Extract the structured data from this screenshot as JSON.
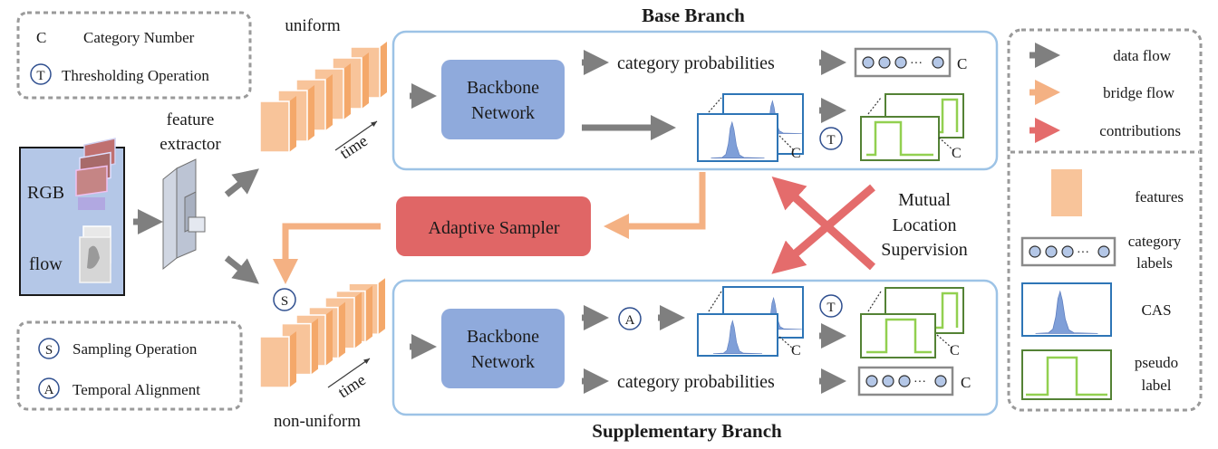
{
  "legend_symbols": {
    "category_letter": "C",
    "category_text": "Category Number",
    "threshold_letter": "T",
    "threshold_text": "Thresholding Operation",
    "sampling_letter": "S",
    "sampling_text": "Sampling Operation",
    "align_letter": "A",
    "align_text": "Temporal Alignment"
  },
  "input": {
    "rgb": "RGB",
    "flow": "flow",
    "extractor_line1": "feature",
    "extractor_line2": "extractor"
  },
  "features": {
    "uniform": "uniform",
    "non_uniform": "non-uniform",
    "time": "time"
  },
  "base_branch": {
    "title": "Base Branch",
    "backbone_line1": "Backbone",
    "backbone_line2": "Network",
    "probs": "category probabilities",
    "c": "C",
    "t": "T"
  },
  "supp_branch": {
    "title": "Supplementary Branch",
    "backbone_line1": "Backbone",
    "backbone_line2": "Network",
    "probs": "category probabilities",
    "c": "C",
    "t": "T",
    "a": "A"
  },
  "middle": {
    "sampler": "Adaptive Sampler",
    "mutual_line1": "Mutual",
    "mutual_line2": "Location",
    "mutual_line3": "Supervision"
  },
  "legend_right": {
    "data_flow": "data flow",
    "bridge_flow": "bridge flow",
    "contributions": "contributions",
    "features": "features",
    "category_labels_1": "category",
    "category_labels_2": "labels",
    "cas": "CAS",
    "pseudo_1": "pseudo",
    "pseudo_2": "label"
  },
  "colors": {
    "data_flow": "#7f7f7f",
    "bridge_flow": "#f4b183",
    "contributions": "#e46c6c",
    "branch_border": "#9dc3e6",
    "backbone": "#8faadc",
    "sampler": "#e06666",
    "cas_fill": "#7f9fd8",
    "pseudo": "#92d050",
    "feature": "#f8c49a"
  }
}
